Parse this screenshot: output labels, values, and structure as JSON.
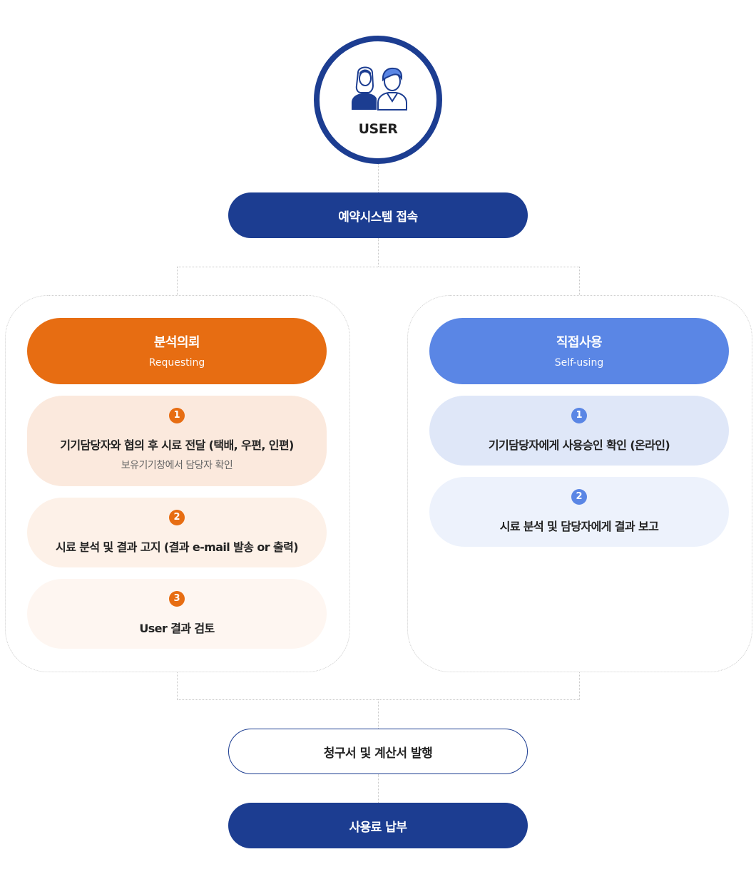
{
  "user": {
    "label": "USER"
  },
  "steps_top": {
    "access": "예약시스템 접속"
  },
  "requesting": {
    "title": "분석의뢰",
    "subtitle": "Requesting",
    "color": "#e76d12",
    "items": [
      {
        "num": "1",
        "text": "기기담당자와 협의 후 시료 전달 (택배, 우편, 인편)",
        "sub": "보유기기창에서 담당자 확인",
        "bg": "#fbe9dd"
      },
      {
        "num": "2",
        "text": "시료 분석 및 결과 고지 (결과 e-mail 발송 or 출력)",
        "bg": "#fdf1e8"
      },
      {
        "num": "3",
        "text": "User 결과 검토",
        "bg": "#fef6f1"
      }
    ]
  },
  "self_using": {
    "title": "직접사용",
    "subtitle": "Self-using",
    "color": "#5a86e5",
    "items": [
      {
        "num": "1",
        "text": "기기담당자에게 사용승인 확인 (온라인)",
        "bg": "#dfe7f8"
      },
      {
        "num": "2",
        "text": "시료 분석 및 담당자에게 결과 보고",
        "bg": "#edf2fc"
      }
    ]
  },
  "steps_bottom": {
    "invoice": "청구서 및 계산서 발행",
    "payment": "사용료 납부"
  },
  "colors": {
    "navy": "#1c3d91",
    "orange": "#e76d12",
    "blue": "#5a86e5"
  }
}
